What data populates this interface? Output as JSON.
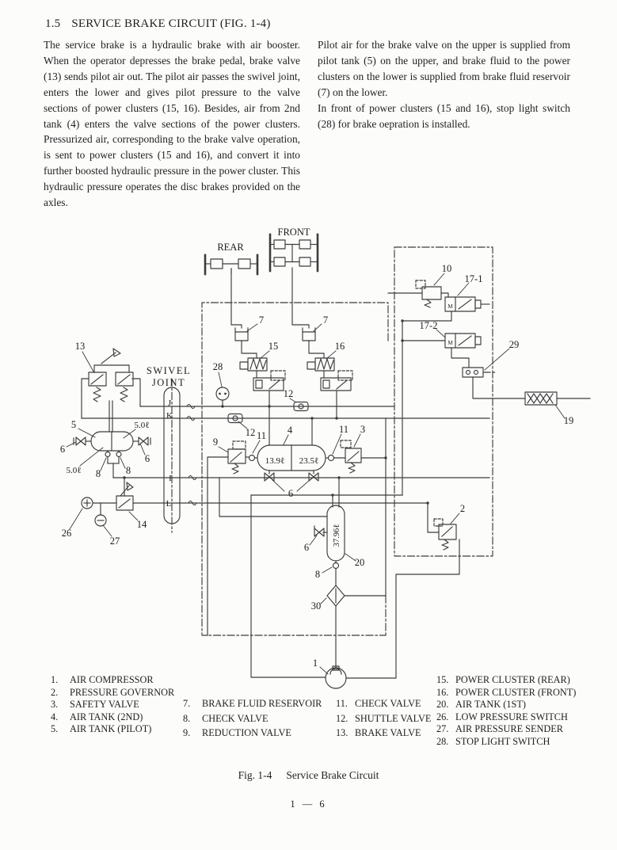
{
  "header": {
    "section": "1.5",
    "title": "SERVICE BRAKE CIRCUIT (FIG. 1-4)"
  },
  "body": {
    "left": "The service brake is a hydraulic brake with air booster. When the operator depresses the brake pedal, brake valve (13) sends pilot air out. The pilot air passes the swivel joint, enters the lower and gives pilot pressure to the valve sections of power clusters (15, 16). Besides, air from 2nd tank (4) enters the valve sections of the power clusters. Pressurized air, corresponding to the brake valve operation, is sent to power clusters (15 and 16), and convert it into further boosted hydraulic pressure in the power cluster. This hydraulic pressure operates the disc brakes provided on the axles.",
    "right1": "Pilot air for the brake valve on the upper is supplied from pilot tank (5) on the upper, and brake fluid to the power clusters on the lower is supplied from brake fluid reservoir (7) on the lower.",
    "right2": "In front of power clusters (15 and 16), stop light switch (28) for brake oepration is installed."
  },
  "diagram": {
    "labels": {
      "n1": "1",
      "n2": "2",
      "n3": "3",
      "n4": "4",
      "n5": "5",
      "n6": "6",
      "n7": "7",
      "n8": "8",
      "n9": "9",
      "n10": "10",
      "n11": "11",
      "n12": "12",
      "n13": "13",
      "n14": "14",
      "n15": "15",
      "n16": "16",
      "n17_1": "17-1",
      "n17_2": "17-2",
      "n19": "19",
      "n20": "20",
      "n26": "26",
      "n27": "27",
      "n28": "28",
      "n29": "29",
      "n30": "30",
      "rear": "REAR",
      "front": "FRONT",
      "swivel1": "SWIVEL",
      "swivel2": "JOINT",
      "pJ": "J",
      "pK": "K",
      "pI": "I",
      "pL": "L",
      "cap_pilot": "5.0ℓ",
      "cap_2nd_a": "13.9ℓ",
      "cap_2nd_b": "23.5ℓ",
      "cap_1st": "37.96ℓ",
      "m": "M"
    }
  },
  "legend": {
    "col1": [
      {
        "num": "1.",
        "label": "AIR COMPRESSOR"
      },
      {
        "num": "2.",
        "label": "PRESSURE GOVERNOR"
      },
      {
        "num": "3.",
        "label": "SAFETY VALVE"
      },
      {
        "num": "4.",
        "label": "AIR TANK (2ND)"
      },
      {
        "num": "5.",
        "label": "AIR TANK (PILOT)"
      }
    ],
    "col2": [
      {
        "num": "7.",
        "label": "BRAKE FLUID RESERVOIR"
      },
      {
        "num": "8.",
        "label": "CHECK VALVE"
      },
      {
        "num": "9.",
        "label": "REDUCTION VALVE"
      }
    ],
    "col3": [
      {
        "num": "11.",
        "label": "CHECK VALVE"
      },
      {
        "num": "12.",
        "label": "SHUTTLE VALVE"
      },
      {
        "num": "13.",
        "label": "BRAKE VALVE"
      }
    ],
    "col4": [
      {
        "num": "15.",
        "label": "POWER CLUSTER (REAR)"
      },
      {
        "num": "16.",
        "label": "POWER CLUSTER (FRONT)"
      },
      {
        "num": "20.",
        "label": "AIR TANK (1ST)"
      },
      {
        "num": "26.",
        "label": "LOW PRESSURE SWITCH"
      },
      {
        "num": "27.",
        "label": "AIR PRESSURE SENDER"
      },
      {
        "num": "28.",
        "label": "STOP LIGHT SWITCH"
      }
    ]
  },
  "caption": {
    "fig": "Fig. 1-4",
    "title": "Service Brake Circuit"
  },
  "page_number": "1 — 6",
  "colors": {
    "ink": "#1f1f1f",
    "line": "#3c3c3c",
    "paper": "#fcfcfb"
  }
}
